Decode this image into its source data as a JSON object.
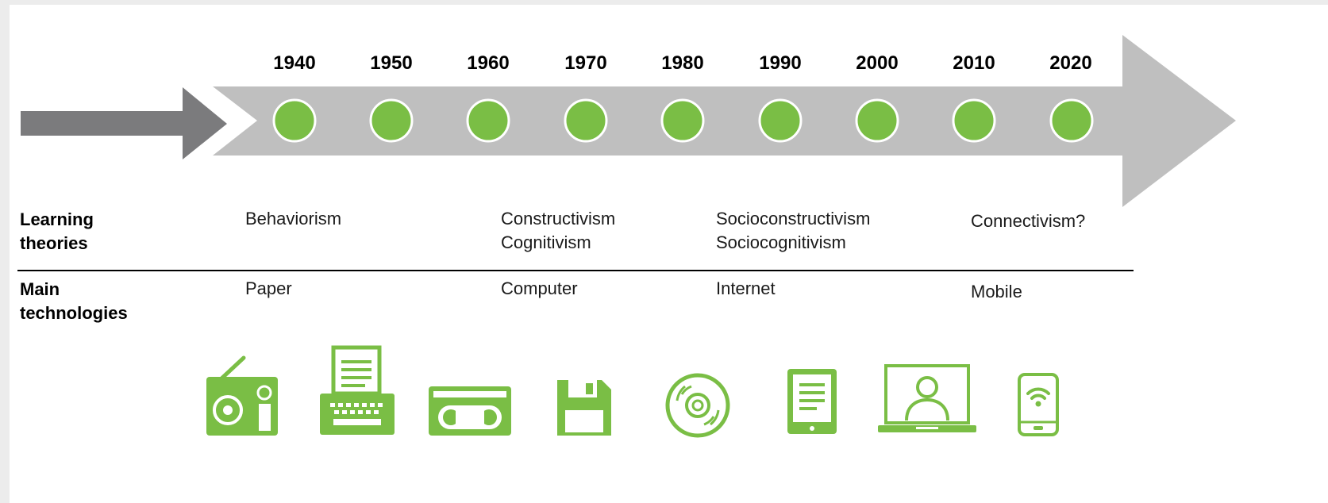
{
  "years": [
    "1940",
    "1950",
    "1960",
    "1970",
    "1980",
    "1990",
    "2000",
    "2010",
    "2020"
  ],
  "rows": {
    "learning_theories": {
      "label_line1": "Learning",
      "label_line2": "theories",
      "items": [
        [
          "Behaviorism"
        ],
        [
          "Constructivism",
          "Cognitivism"
        ],
        [
          "Socioconstructivism",
          "Sociocognitivism"
        ],
        [
          "Connectivism?"
        ]
      ]
    },
    "main_technologies": {
      "label_line1": "Main",
      "label_line2": "technologies",
      "items": [
        "Paper",
        "Computer",
        "Internet",
        "Mobile"
      ]
    }
  },
  "icons": [
    "radio-icon",
    "typewriter-icon",
    "videocassette-icon",
    "floppy-disk-icon",
    "compact-disc-icon",
    "tablet-icon",
    "video-call-monitor-icon",
    "smartphone-wifi-icon"
  ],
  "colors": {
    "accent_green": "#7ABE45",
    "arrow_grey": "#bfbfbf",
    "arrow_dark": "#7b7b7d"
  }
}
